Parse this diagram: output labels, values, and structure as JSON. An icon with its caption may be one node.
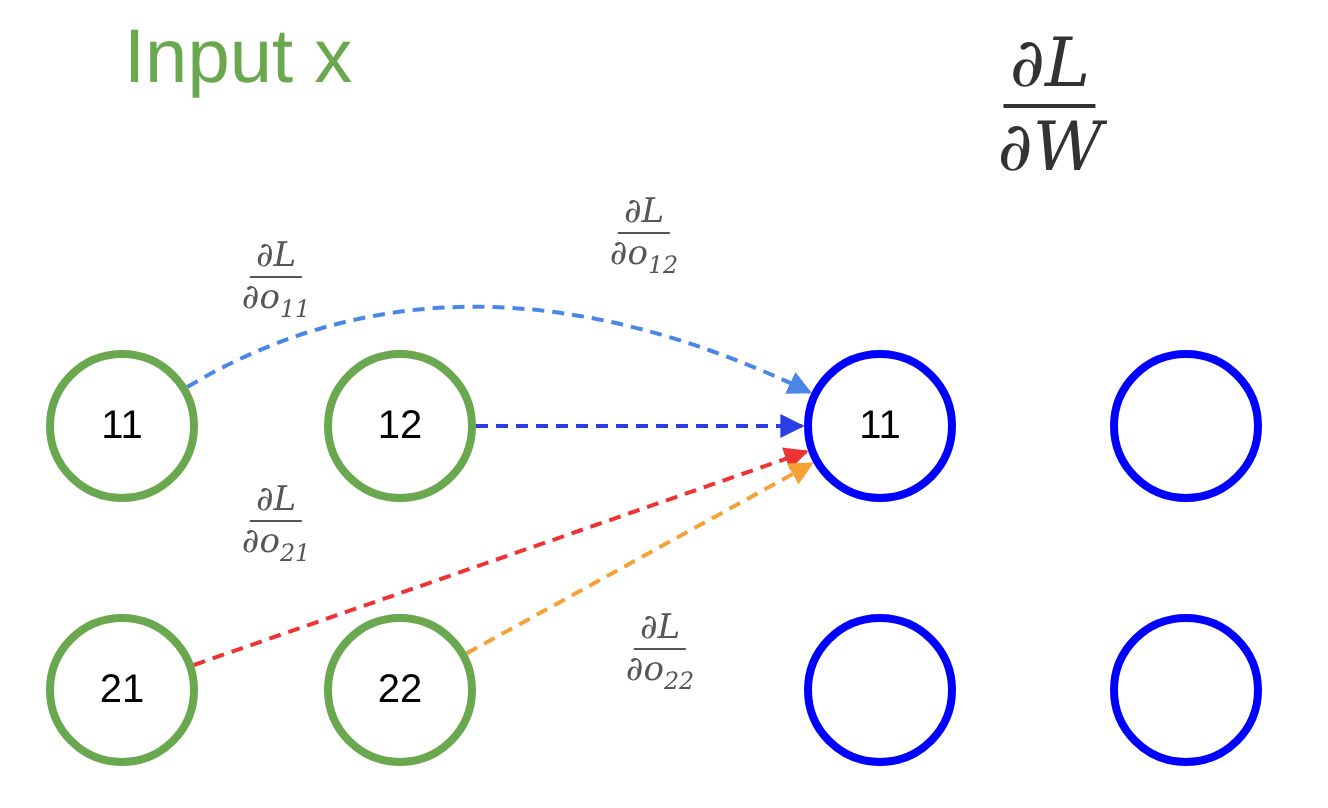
{
  "diagram": {
    "nodes": [
      {
        "text": [
          "11"
        ]
      },
      {
        "text": [
          "12"
        ]
      },
      {
        "text": [
          "21"
        ]
      },
      {
        "text": [
          "22"
        ]
      },
      {
        "text": [
          "11"
        ]
      },
      {
        "text": [],
        "shape": "circle"
      },
      {
        "text": [],
        "shape": "circle"
      },
      {
        "text": [],
        "shape": "circle"
      }
    ],
    "edges": [
      {
        "from": 0,
        "to": 4,
        "arrow": "to",
        "style": "dashed",
        "color": "#4a86e8"
      },
      {
        "from": 1,
        "to": 4,
        "arrow": "to",
        "style": "dashed",
        "color": "#2b3ee6"
      },
      {
        "from": 2,
        "to": 4,
        "arrow": "to",
        "style": "dashed",
        "color": "#ee3333"
      },
      {
        "from": 3,
        "to": 4,
        "arrow": "to",
        "style": "dashed",
        "color": "#f6a135"
      }
    ],
    "labels": [
      "Input x",
      "∂L",
      "∂W",
      "∂L",
      "∂o$_{11}$",
      "∂L",
      "∂o$_{12}$",
      "∂L",
      "∂o$_{21}$",
      "∂L",
      "∂o$_{22}$"
    ]
  }
}
